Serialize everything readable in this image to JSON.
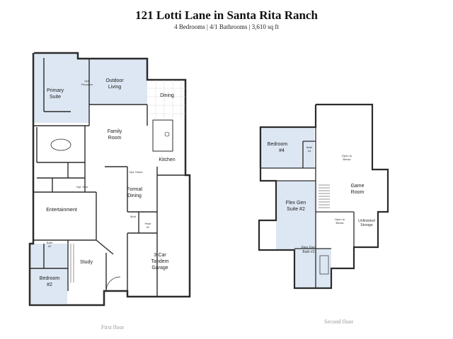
{
  "header": {
    "title": "121 Lotti Lane in Santa Rita Ranch",
    "subtitle": "4 Bedrooms | 4/1 Bathrooms | 3,610 sq ft"
  },
  "floors": {
    "first": {
      "label": "First floor",
      "rooms": {
        "primary_suite": [
          "Primary",
          "Suite"
        ],
        "outdoor_living": [
          "Outdoor",
          "Living"
        ],
        "dining": "Dining",
        "family_room": [
          "Family",
          "Room"
        ],
        "kitchen": "Kitchen",
        "formal_dining": [
          "Formal",
          "Dining"
        ],
        "entertainment": "Entertainment",
        "bath2": [
          "Bath",
          "#2"
        ],
        "study": "Study",
        "bedroom2": [
          "Bedroom",
          "#2"
        ],
        "garage": [
          "3-Car",
          "Tandem",
          "Garage"
        ],
        "powder": [
          "Pwdr",
          "#1"
        ]
      },
      "small_labels": {
        "fireplace": [
          "Opt.",
          "Fireplace"
        ],
        "hutch": "Opt. Hutch",
        "mud": "Mud",
        "opt_sink": "Opt. Sink"
      }
    },
    "second": {
      "label": "Second floor",
      "rooms": {
        "bedroom4": [
          "Bedroom",
          "#4"
        ],
        "bath4": [
          "Bath",
          "#4"
        ],
        "game_room": [
          "Game",
          "Room"
        ],
        "flex_suite": [
          "Flex Gen",
          "Suite #2"
        ],
        "unfinished": [
          "Unfinished",
          "Storage"
        ],
        "flex_bath": [
          "Flex Gen",
          "Bath #2"
        ]
      },
      "small_labels": {
        "open_below_1": [
          "Open to",
          "Below"
        ],
        "open_below_2": [
          "Open to",
          "Below"
        ]
      }
    }
  },
  "colors": {
    "wall": "#2b2b2b",
    "shaded_room": "#dde7f3",
    "floor_label": "#9a9a9a"
  }
}
